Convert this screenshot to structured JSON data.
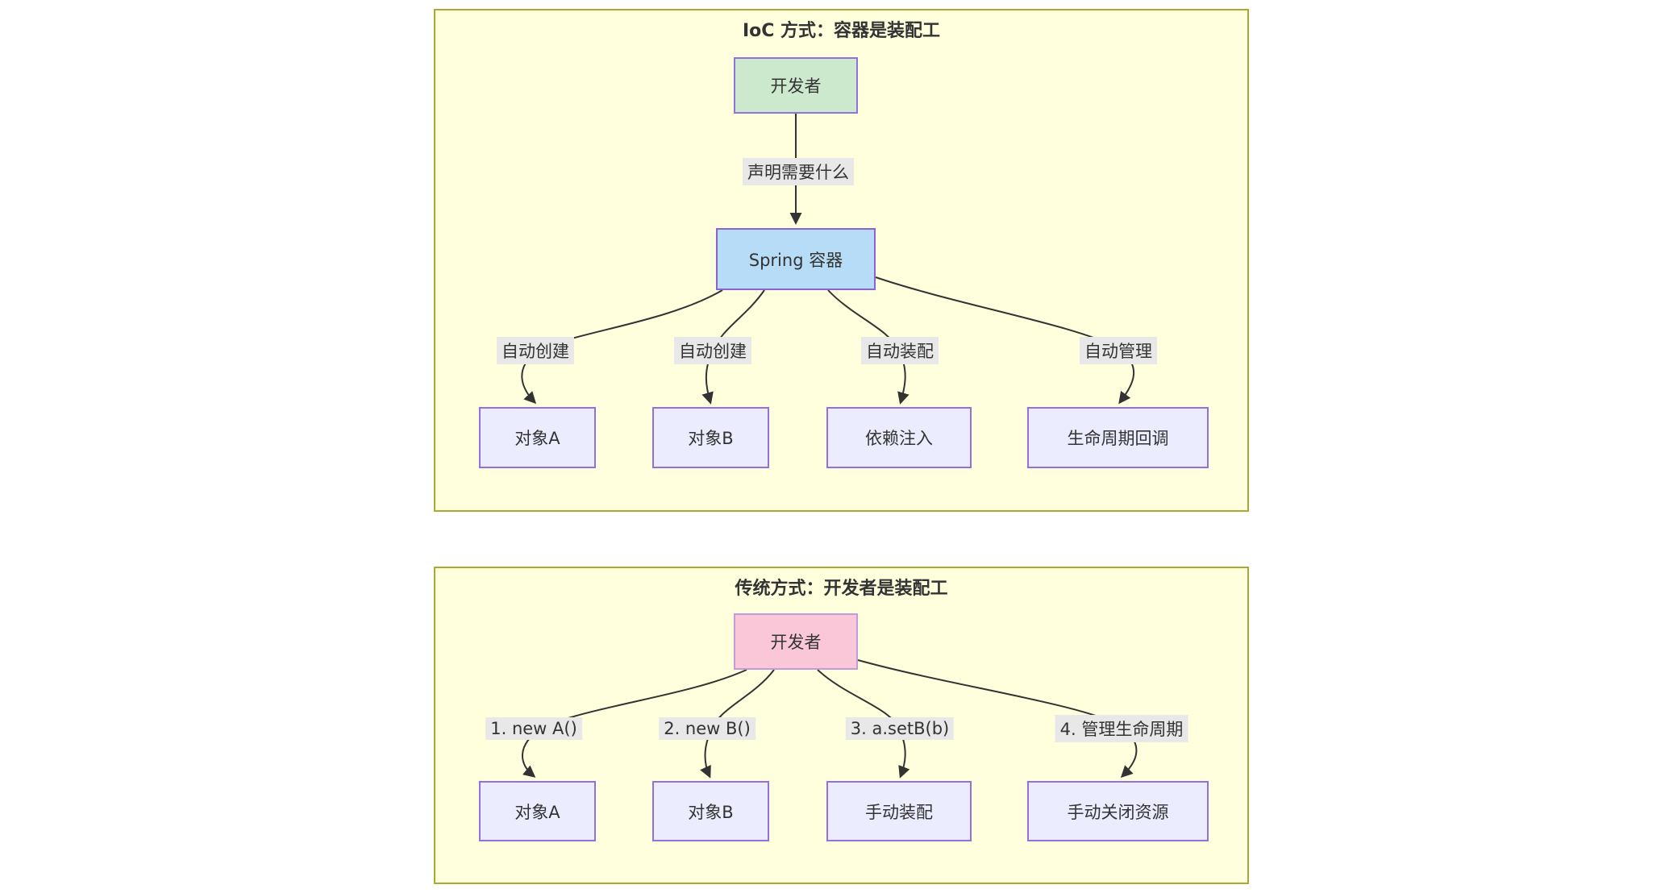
{
  "diagrams": [
    {
      "title": "IoC 方式：容器是装配工",
      "root_node": "开发者",
      "root_edge_label": "声明需要什么",
      "hub_node": "Spring 容器",
      "branches": [
        {
          "edge_label": "自动创建",
          "node": "对象A"
        },
        {
          "edge_label": "自动创建",
          "node": "对象B"
        },
        {
          "edge_label": "自动装配",
          "node": "依赖注入"
        },
        {
          "edge_label": "自动管理",
          "node": "生命周期回调"
        }
      ],
      "colors": {
        "frame_fill": "#ffffde",
        "frame_border": "#aaaa33",
        "root_fill": "#cde9cd",
        "hub_fill": "#b7dcf7",
        "leaf_fill": "#ececff",
        "node_border": "#9370db"
      }
    },
    {
      "title": "传统方式：开发者是装配工",
      "root_node": "开发者",
      "branches": [
        {
          "edge_label": "1. new A()",
          "node": "对象A"
        },
        {
          "edge_label": "2. new B()",
          "node": "对象B"
        },
        {
          "edge_label": "3. a.setB(b)",
          "node": "手动装配"
        },
        {
          "edge_label": "4. 管理生命周期",
          "node": "手动关闭资源"
        }
      ],
      "colors": {
        "frame_fill": "#ffffde",
        "frame_border": "#aaaa33",
        "root_fill": "#f9c7d8",
        "root_border": "#c39bdb",
        "leaf_fill": "#ececff",
        "node_border": "#9370db"
      }
    }
  ],
  "shared": {
    "edge_color": "#333333",
    "edge_label_bg": "#e8e8e8",
    "text_color": "#333333",
    "canvas_bg": "#ffffff"
  }
}
